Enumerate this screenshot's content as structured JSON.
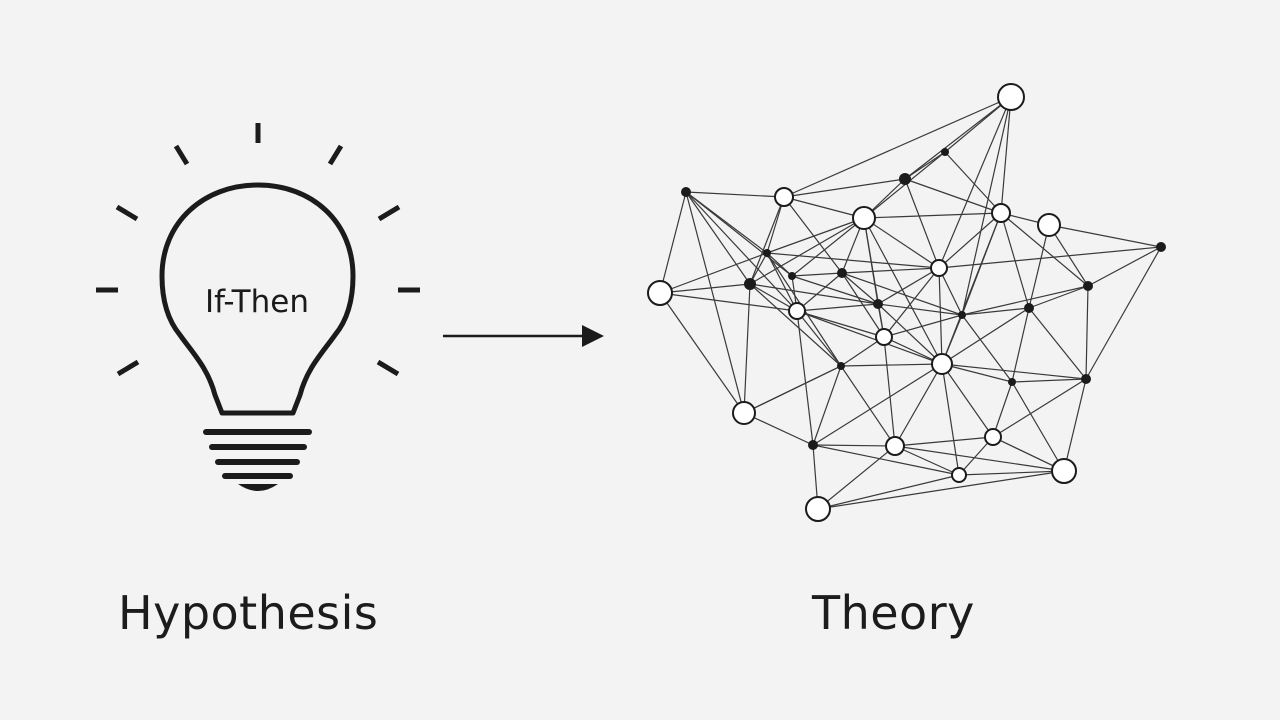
{
  "hypothesis": {
    "label": "Hypothesis",
    "bulb_text": "If-Then",
    "icon": "lightbulb-icon"
  },
  "theory": {
    "label": "Theory",
    "icon": "network-graph-icon"
  },
  "connector": {
    "icon": "arrow-right-icon"
  },
  "colors": {
    "background": "#f3f3f3",
    "stroke": "#1b1b1b",
    "edge": "#3a3a3a",
    "node_fill_hollow": "#ffffff",
    "node_fill_solid": "#1b1b1b"
  }
}
